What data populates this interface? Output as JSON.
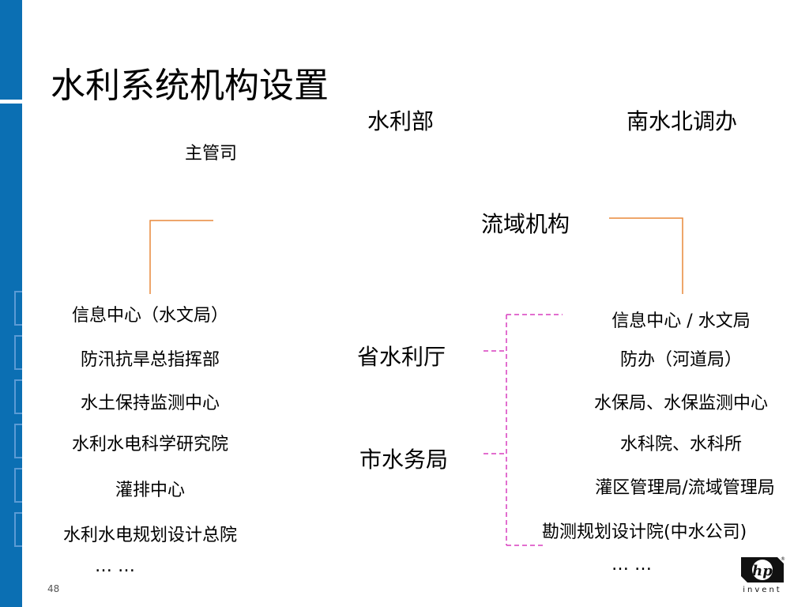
{
  "slide": {
    "title": "水利系统机构设置",
    "page_number": "48"
  },
  "headers": {
    "ministry": "水利部",
    "south_north": "南水北调办",
    "main_dept": "主管司",
    "basin": "流域机构"
  },
  "middle": {
    "province": "省水利厅",
    "city": "市水务局"
  },
  "left_items": [
    "信息中心（水文局）",
    "防汛抗旱总指挥部",
    "水土保持监测中心",
    "水利水电科学研究院",
    "灌排中心",
    "水利水电规划设计总院"
  ],
  "left_more": "… …",
  "right_items": [
    "信息中心 / 水文局",
    "防办（河道局）",
    "水保局、水保监测中心",
    "水科院、水科所",
    "灌区管理局/流域管理局",
    "勘测规划设计院(中水公司)"
  ],
  "right_more": "… …",
  "logo": {
    "text": "invent",
    "mark": "hp",
    "registered": "®"
  },
  "colors": {
    "sidebar": "#0b6fb3",
    "connector": "#e8883a",
    "dashed_connector": "#d93fbf"
  }
}
